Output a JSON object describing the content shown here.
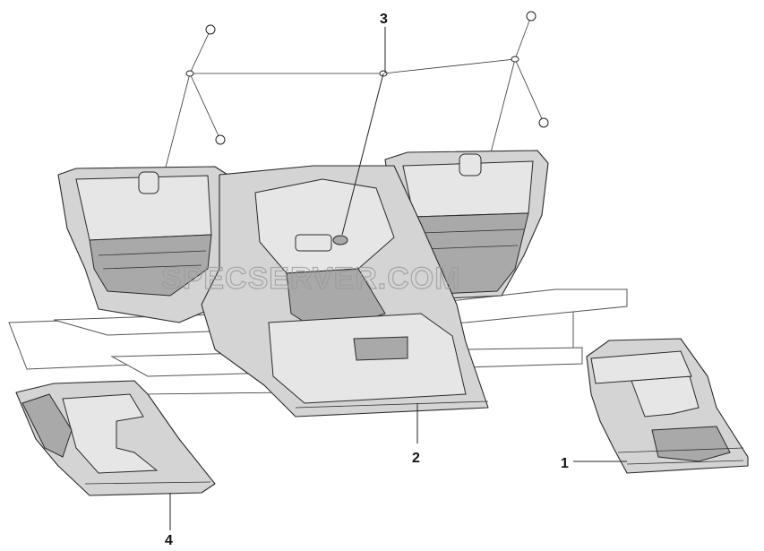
{
  "callouts": {
    "c1": "1",
    "c2": "2",
    "c3": "3",
    "c4": "4"
  },
  "watermark": "SPECSERVER.COM",
  "colors": {
    "background": "#ffffff",
    "part_fill": "#d4d4d4",
    "part_shadow": "#a9a9a9",
    "line": "#2a2a2a"
  }
}
